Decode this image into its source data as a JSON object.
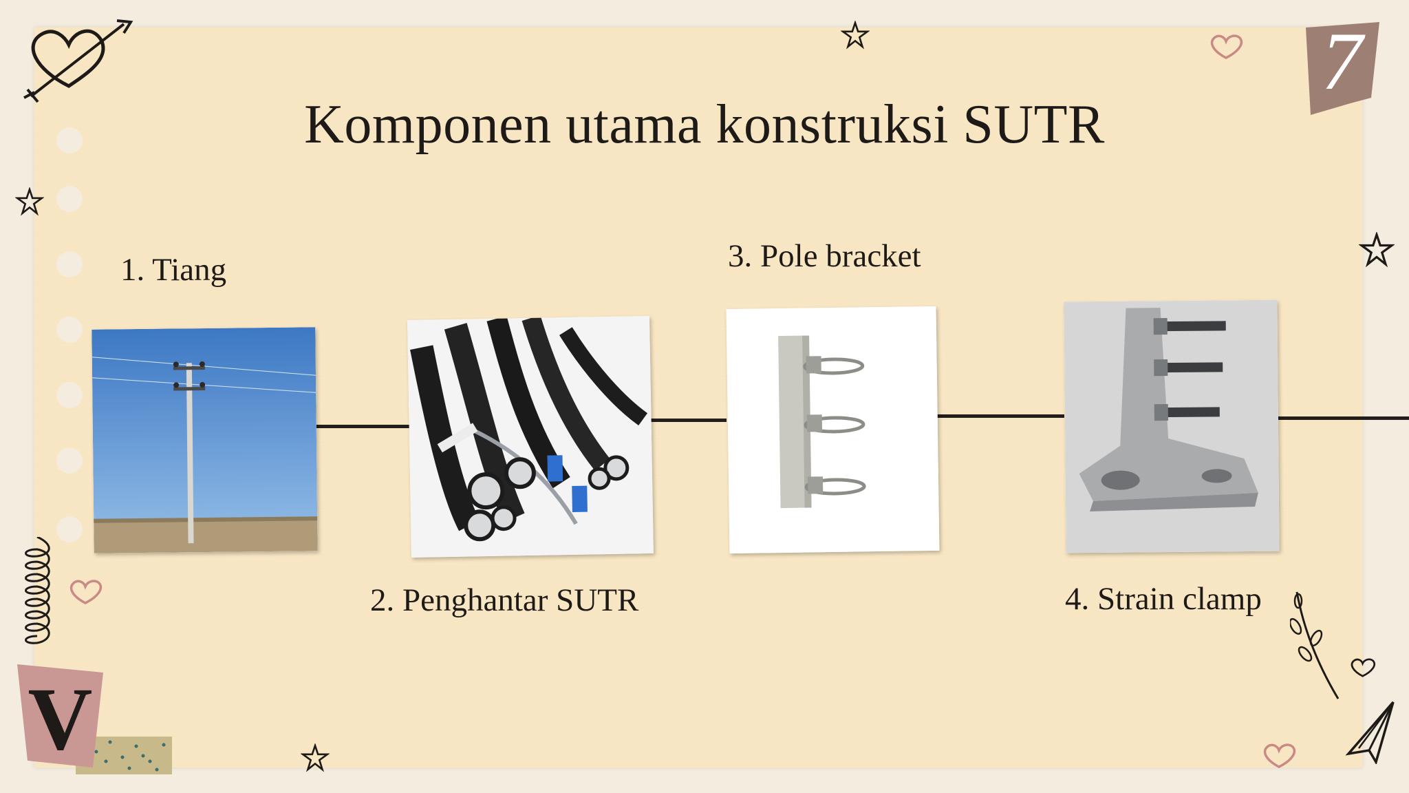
{
  "slide": {
    "title": "Komponen utama konstruksi SUTR",
    "page_number": "7",
    "corner_letter": "V"
  },
  "components": [
    {
      "label": "1. Tiang",
      "image": "utility-pole-photo"
    },
    {
      "label": "2. Penghantar SUTR",
      "image": "twisted-cable-photo"
    },
    {
      "label": "3. Pole bracket",
      "image": "pole-bracket-photo"
    },
    {
      "label": "4. Strain clamp",
      "image": "strain-clamp-photo"
    }
  ],
  "colors": {
    "paper": "#f8e6c2",
    "background": "#f3ecdf",
    "text": "#1e1a17",
    "badge": "#9e7f74",
    "badge_pink": "#c99894",
    "heart": "#c98a86"
  },
  "decorations": [
    "heart-arrow-icon",
    "star-icon",
    "heart-icon",
    "spiral-icon",
    "leaf-branch-icon",
    "paper-plane-icon",
    "tape-strip"
  ]
}
